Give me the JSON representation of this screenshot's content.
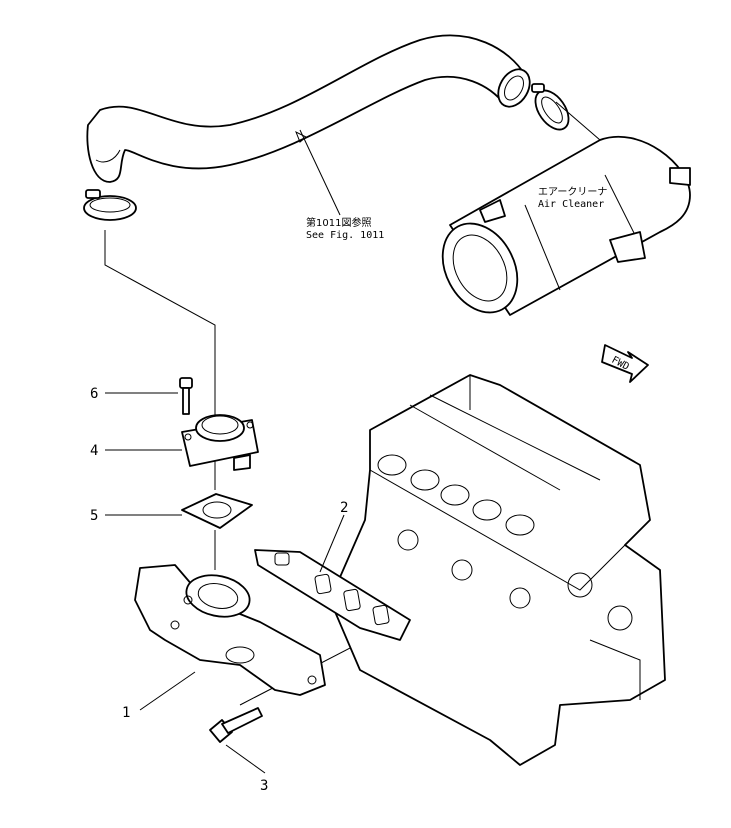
{
  "callouts": {
    "c1": "1",
    "c2": "2",
    "c3": "3",
    "c4": "4",
    "c5": "5",
    "c6": "6"
  },
  "notes": {
    "ref_jp": "第1011図参照",
    "ref_en": "See Fig. 1011",
    "air_cleaner_jp": "エアークリーナ",
    "air_cleaner_en": "Air Cleaner",
    "fwd": "FWD"
  }
}
